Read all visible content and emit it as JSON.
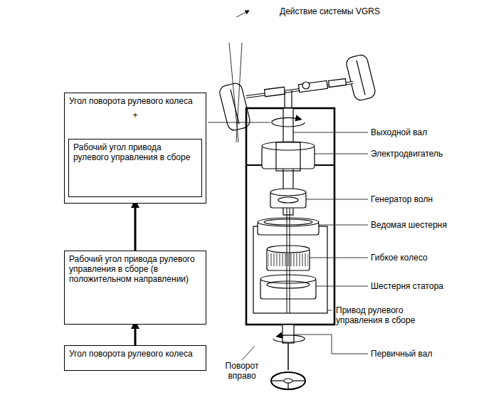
{
  "diagram": {
    "nodes": [
      {
        "text": [
          "Угол поворота рулевого колеса",
          "+"
        ]
      },
      {
        "text": [
          "Рабочий угол привода рулевого управления в сборе"
        ],
        "in": 0
      },
      {
        "text": [
          "Рабочий угол привода рулевого управления в сборе (в положительном направлении)"
        ]
      },
      {
        "text": [
          "Угол поворота рулевого колеса"
        ]
      }
    ],
    "edges": [
      {
        "from": 3,
        "to": 2,
        "arrow": "to"
      },
      {
        "from": 2,
        "to": 0,
        "arrow": "to"
      }
    ],
    "labels": [
      "Действие системы VGRS",
      "Выходной вал",
      "Электродвигатель",
      "Генератор волн",
      "Ведомая шестерня",
      "Гибкое колесо",
      "Шестерня статора",
      "Привод рулевого управления в сборе",
      "Первичный вал",
      "Поворот вправо"
    ]
  }
}
